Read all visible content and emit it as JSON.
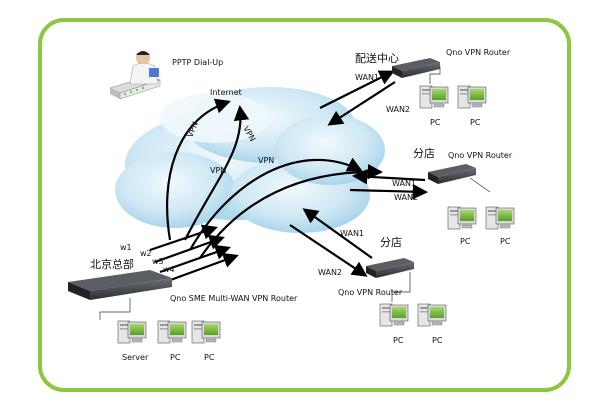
{
  "labels": {
    "pptp": "PPTP Dial-Up",
    "internet": "Internet",
    "dist_center_cn": "配送中心",
    "branch_cn": "分店",
    "hq_cn": "北京总部",
    "qno_router": "Qno VPN Router",
    "hq_router": "Qno SME Multi-WAN VPN Router",
    "wan1": "WAN1",
    "wan2": "WAN2",
    "vpn": "VPN",
    "pc": "PC",
    "server": "Server",
    "w1": "w1",
    "w2": "w2",
    "w3": "w3",
    "w4": "w4"
  },
  "colors": {
    "frame": "#8ec63f",
    "cloud": "#cfe8f4",
    "cloud_shade": "#9fd0ea",
    "router": "#3a3d42",
    "pc_green": "#7fc241",
    "arrow": "#000000"
  }
}
